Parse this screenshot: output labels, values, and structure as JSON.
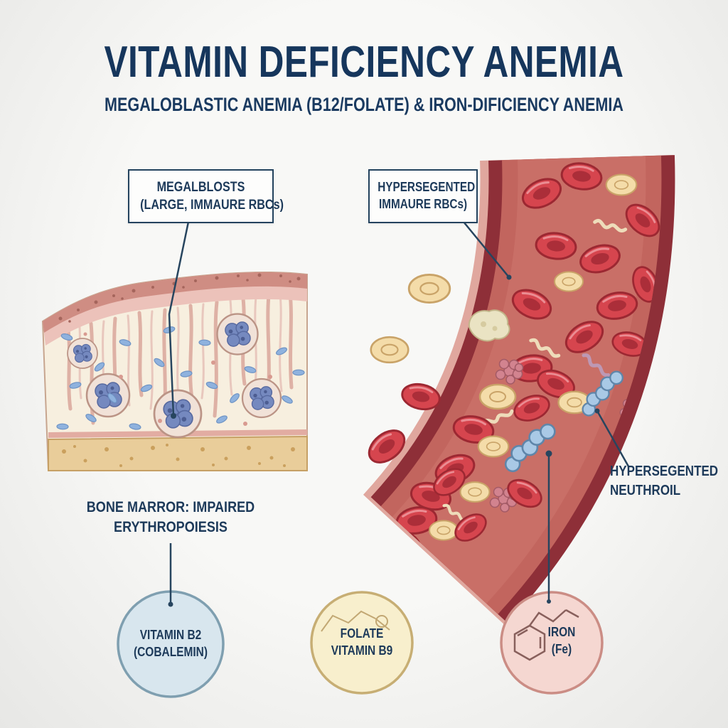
{
  "title": "VITAMIN DEFICIENCY ANEMIA",
  "subtitle": "MEGALOBLASTIC ANEMIA (B12/FOLATE) & IRON-DIFICIENCY ANEMIA",
  "callouts": {
    "megaloblasts": {
      "line1": "MEGALBLOSTS",
      "line2": "(LARGE, IMMAURE RBCs)"
    },
    "hypersegmented_rbcs": {
      "line1": "HYPERSEGENTED",
      "line2": "IMMAURE RBCs)"
    },
    "hypersegmented_neutrophil": {
      "line1": "HYPERSEGENTED",
      "line2": "NEUTHROIL"
    }
  },
  "bone_marrow_caption": {
    "line1": "BONE MARROR: IMPAIRED",
    "line2": "ERYTHROPOIESIS"
  },
  "legend": {
    "b12": {
      "line1": "VITAMIN B2",
      "line2": "(COBALEMIN)",
      "fill": "#d8e6ee",
      "border": "#7f9fb0"
    },
    "folate": {
      "line1": "FOLATE",
      "line2": "VITAMIN B9",
      "fill": "#f8efcd",
      "border": "#c7ae74"
    },
    "iron": {
      "line1": "IRON",
      "line2": "(Fe)",
      "fill": "#f5d7d1",
      "border": "#cb8d85"
    }
  },
  "colors": {
    "accent_navy": "#1d3a5a",
    "vessel_wall": "#8e2f38",
    "vessel_lumen": "#c2655e",
    "rbc_red": "#d6454e",
    "immature_cell_cream": "#f4dca9",
    "neutrophil_blue": "#a9c9e6",
    "marrow_cream": "#f7efdf",
    "marrow_pink": "#cf8d83",
    "marrow_tan": "#e9cd9a"
  }
}
